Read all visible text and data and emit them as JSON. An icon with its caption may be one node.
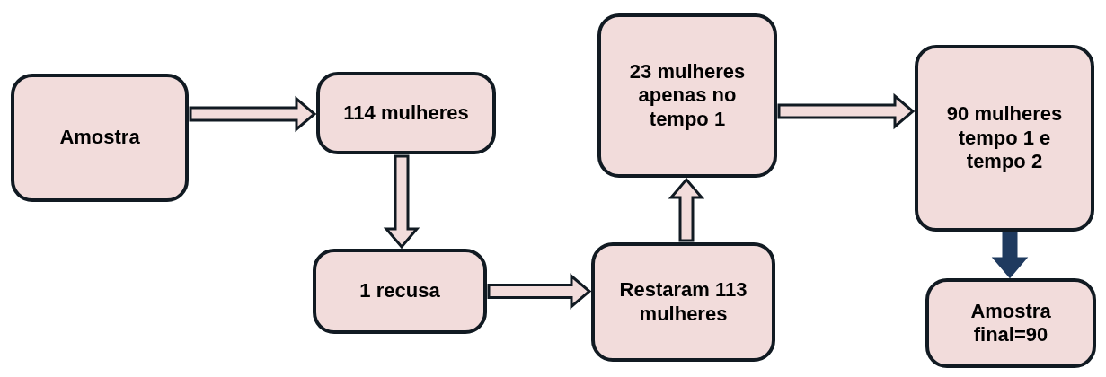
{
  "diagram": {
    "nodes": [
      {
        "text": [
          "Amostra"
        ]
      },
      {
        "text": [
          "114 mulheres"
        ]
      },
      {
        "text": [
          "1 recusa"
        ]
      },
      {
        "text": [
          "23 mulheres apenas no tempo 1"
        ]
      },
      {
        "text": [
          "Restaram 113 mulheres"
        ]
      },
      {
        "text": [
          "90 mulheres tempo 1 e tempo 2"
        ]
      },
      {
        "text": [
          "Amostra final=90"
        ]
      }
    ],
    "edges": [
      {
        "from": 0,
        "to": 1,
        "arrow": "to"
      },
      {
        "from": 1,
        "to": 2,
        "arrow": "to"
      },
      {
        "from": 2,
        "to": 4,
        "arrow": "to"
      },
      {
        "from": 4,
        "to": 3,
        "arrow": "to"
      },
      {
        "from": 3,
        "to": 5,
        "arrow": "to"
      },
      {
        "from": 5,
        "to": 6,
        "arrow": "to",
        "color": "#1f3a5f"
      }
    ]
  }
}
